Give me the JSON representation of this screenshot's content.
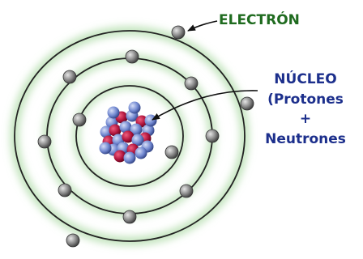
{
  "labels": {
    "electron": "ELECTRÓN",
    "nucleus_title": "NÚCLEO",
    "nucleus_line1": "(Protones",
    "nucleus_plus": "+",
    "nucleus_line2": "Neutrones"
  },
  "colors": {
    "electron_label": "#1f6b1f",
    "nucleus_label": "#1c2f8c",
    "orbit": "#2a2a2a",
    "glow": "#9fd39a",
    "electron_fill": "#8c8c8c",
    "proton": "#b0143c",
    "neutron": "#6f86cf"
  },
  "orbits": [
    {
      "name": "orbit-inner",
      "electrons": 2
    },
    {
      "name": "orbit-middle",
      "electrons": 8
    },
    {
      "name": "orbit-outer",
      "electrons": 3
    }
  ]
}
